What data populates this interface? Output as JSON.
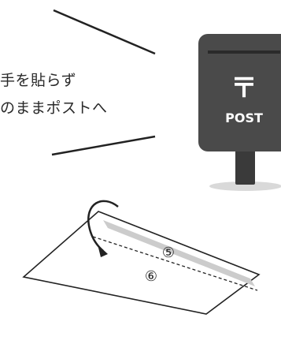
{
  "instruction": {
    "line1": "手を貼らず",
    "line2": "のままポストへ"
  },
  "postbox": {
    "mark": "〒",
    "label": "POST"
  },
  "envelope": {
    "label_5": "⑤",
    "label_6": "⑥"
  },
  "colors": {
    "postbox_body": "#4a4a4a",
    "postbox_stand": "#3a3a3a",
    "postbox_slot": "#2a2a2a",
    "postbox_text": "#ffffff",
    "glue_strip": "#cccccc",
    "line": "#222222"
  }
}
